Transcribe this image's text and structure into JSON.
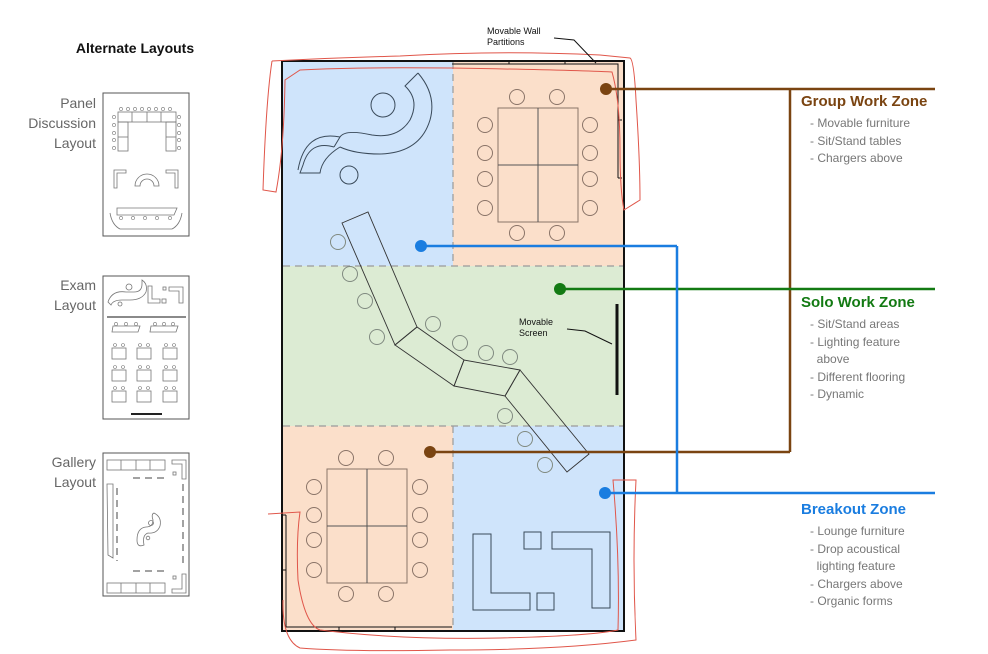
{
  "alternate_layouts": {
    "title": "Alternate Layouts",
    "items": [
      {
        "label_lines": [
          "Panel",
          "Discussion",
          "Layout"
        ]
      },
      {
        "label_lines": [
          "Exam",
          "Layout"
        ]
      },
      {
        "label_lines": [
          "Gallery",
          "Layout"
        ]
      }
    ]
  },
  "floorplan": {
    "annotations": {
      "movable_wall": [
        "Movable Wall",
        "Partitions"
      ],
      "movable_screen": [
        "Movable",
        "Screen"
      ]
    }
  },
  "zones": [
    {
      "id": "group",
      "title": "Group Work Zone",
      "color": "#7a4411",
      "fill": "#fbdfca",
      "items": [
        "- Movable furniture",
        "- Sit/Stand tables",
        "- Chargers above"
      ]
    },
    {
      "id": "solo",
      "title": "Solo Work Zone",
      "color": "#137a13",
      "fill": "#dcebd3",
      "items": [
        "- Sit/Stand areas",
        "- Lighting feature",
        "  above",
        "- Different flooring",
        "- Dynamic"
      ]
    },
    {
      "id": "breakout",
      "title": "Breakout Zone",
      "color": "#1a7de0",
      "fill": "#cfe4fb",
      "items": [
        "- Lounge furniture",
        "- Drop acoustical",
        "  lighting feature",
        "- Chargers above",
        "- Organic forms"
      ]
    }
  ],
  "colors": {
    "markup_red": "#e0564a",
    "line_dark": "#222222",
    "furniture_stroke": "#555555"
  }
}
